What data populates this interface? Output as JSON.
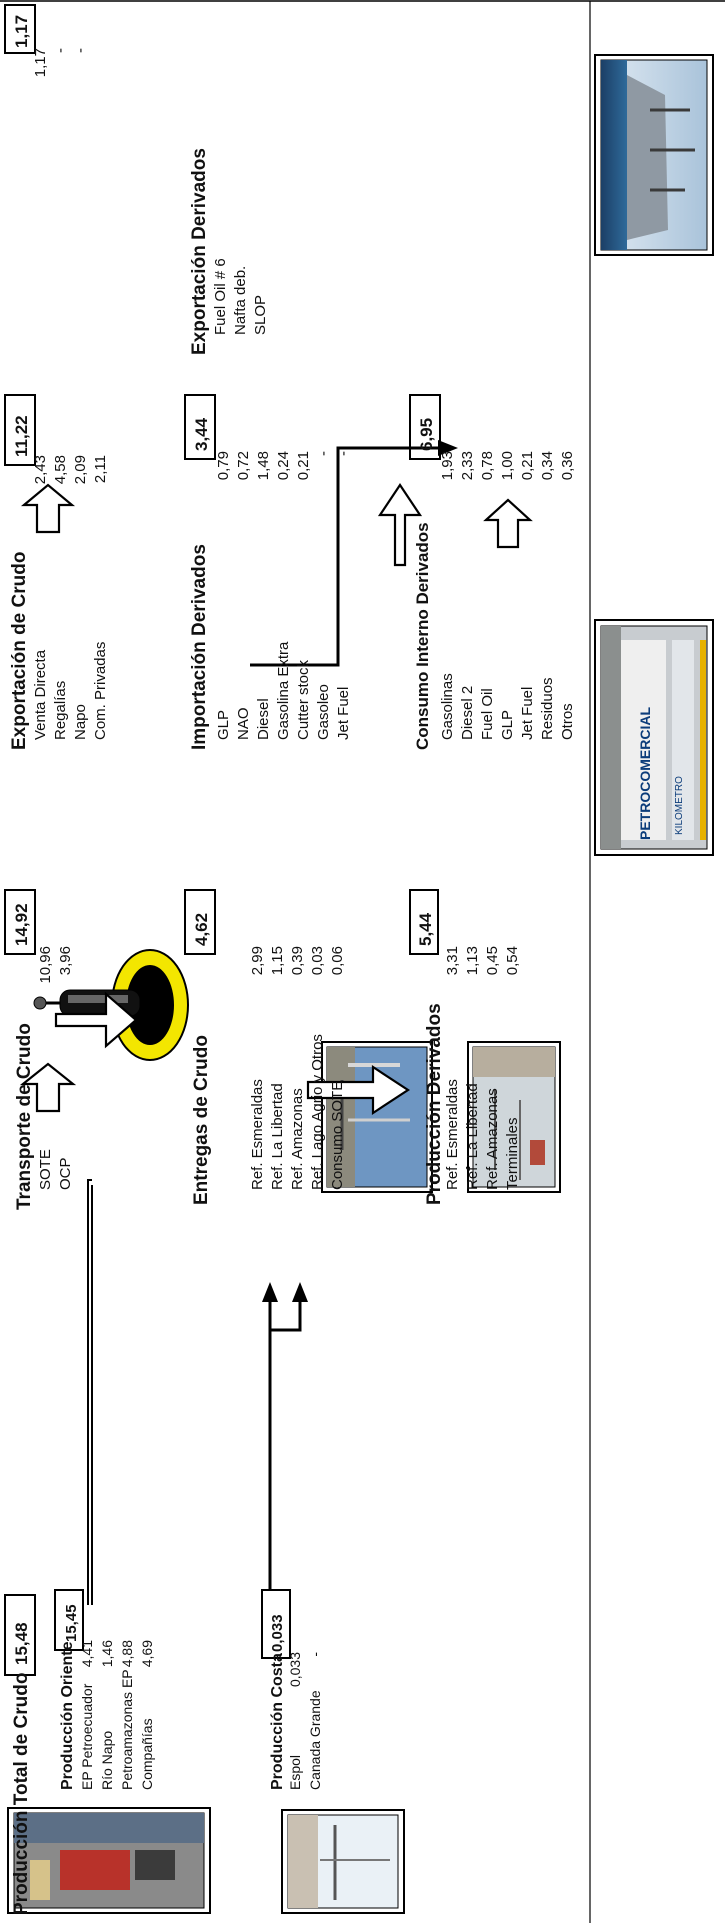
{
  "produccion_total": {
    "title": "Producción Total de Crudo",
    "value": "15,48"
  },
  "produccion_oriente": {
    "title": "Producción Oriente",
    "items": [
      "EP Petroecuador",
      "Río Napo",
      "Petroamazonas EP",
      "Compañías"
    ],
    "total": "15,45",
    "values": [
      "4,41",
      "1,46",
      "4,88",
      "4,69"
    ]
  },
  "produccion_costa": {
    "title": "Producción Costa",
    "items": [
      "Espol",
      "Canada Grande"
    ],
    "total": "0,033",
    "values": [
      "0,033",
      "-"
    ]
  },
  "transporte": {
    "title": "Transporte de Crudo",
    "items": [
      "SOTE",
      "OCP"
    ],
    "total": "14,92",
    "values": [
      "10,96",
      "3,96"
    ]
  },
  "entregas": {
    "title": "Entregas de Crudo",
    "items": [
      "Ref. Esmeraldas",
      "Ref. La Libertad",
      "Ref. Amazonas",
      "Ref. Lago Agrio y Otros",
      "Consumo SOTE"
    ],
    "total": "4,62",
    "values": [
      "2,99",
      "1,15",
      "0,39",
      "0,03",
      "0,06"
    ]
  },
  "produccion_derivados": {
    "title": "Producción Derivados",
    "items": [
      "Ref. Esmeraldas",
      "Ref. La Libertad",
      "Ref. Amazonas",
      "Terminales"
    ],
    "total": "5,44",
    "values": [
      "3,31",
      "1,13",
      "0,45",
      "0,54"
    ]
  },
  "exportacion_crudo": {
    "title": "Exportación de Crudo",
    "items": [
      "Venta Directa",
      "Regalías",
      "Napo",
      "Com. Privadas"
    ],
    "total": "11,22",
    "values": [
      "2,43",
      "4,58",
      "2,09",
      "2,11"
    ]
  },
  "importacion_derivados": {
    "title": "Importación Derivados",
    "items": [
      "GLP",
      "NAO",
      "Diesel",
      "Gasolina Extra",
      "Cutter stock",
      "Gasoleo",
      "Jet Fuel"
    ],
    "total": "3,44",
    "values": [
      "0,79",
      "0,72",
      "1,48",
      "0,24",
      "0,21",
      "-",
      "-"
    ]
  },
  "consumo_interno": {
    "title": "Consumo Interno Derivados",
    "items": [
      "Gasolinas",
      "Diesel 2",
      "Fuel Oil",
      "GLP",
      "Jet Fuel",
      "Residuos",
      "Otros"
    ],
    "total": "6,95",
    "values": [
      "1,93",
      "2,33",
      "0,78",
      "1,00",
      "0,21",
      "0,34",
      "0,36"
    ]
  },
  "exportacion_derivados": {
    "title": "Exportación Derivados",
    "items": [
      "Fuel Oil # 6",
      "Nafta deb.",
      "SLOP"
    ],
    "total": "1,17",
    "values": [
      "1,17",
      "-",
      "-"
    ]
  },
  "photo_sign": {
    "brand": "PETROCOMERCIAL",
    "sub": "KILOMETRO"
  }
}
